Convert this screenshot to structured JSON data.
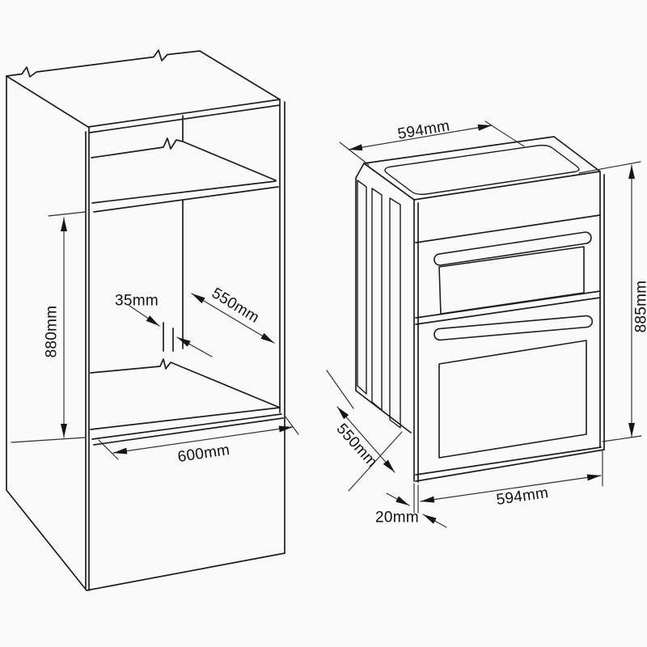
{
  "diagram_title": "built-in double oven installation dimensions",
  "colors": {
    "background": "#fafafa",
    "line": "#1d1d1d",
    "dimension_line": "#2e2e2e",
    "text": "#101010"
  },
  "cabinet_cutout": {
    "labels": {
      "niche_height": "880mm",
      "rear_gap": "35mm",
      "niche_depth": "550mm",
      "niche_width": "600mm"
    }
  },
  "oven_unit": {
    "labels": {
      "top_width": "594mm",
      "height": "885mm",
      "depth": "550mm",
      "front_clearance": "20mm",
      "bottom_width": "594mm"
    }
  }
}
